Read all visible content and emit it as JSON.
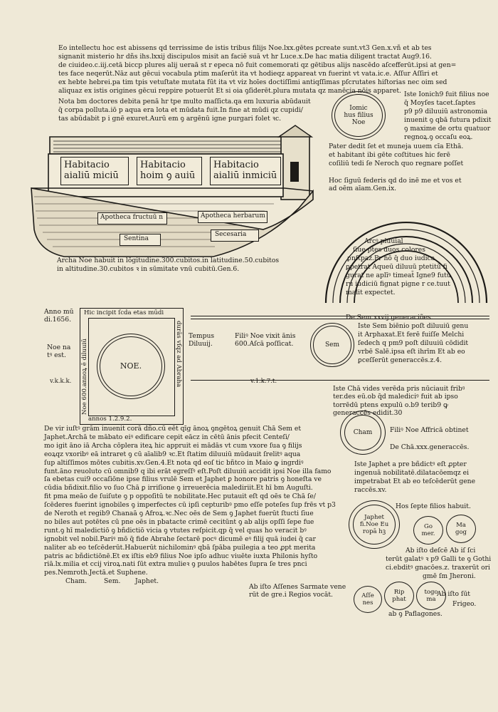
{
  "intro_lines": [
    "Eo intellectu hoc est abissens qd terrissime de istis tribus filijs Noe.lxx.gētes ꝑcreate sunt.vt3 Gen.x.vñ et ab tes",
    "signanit misterio hr dñs ihs.lxxij discipulos misit an faciē suā vt hr Luce.x.De hac matia diligent tractat Aug9.16.",
    "de ciuideo.c.iij.cetā biccp plures alij ueraā st r epeca nō fuit comemorati qz gētibus alijs nascēdo aſcefferūt.ipsi at gen=",
    "tes face neqerūt.Nāz aut gēcui vocabula ptim maſerūt ita vt hodieqz appareat vn fuerint vt vata.ic.e. Aſſur Aſſiri et",
    "ex hebte hebrei.pa tim tpis vetuſtate mutata fūt ita vt viz hoīes doctiſſimi antiqſſimas pſcrutates hiſtorias nec oim sed",
    "aliquaz ex istis origines gēcui reppire potuerūt Et si oia ꝯſiderēt.plura mutata qz manēcia nōis apparet."
  ],
  "flood_note_lines": [
    "Nota bm doctores debita penā hr tpe multo maſſicta.qa em luxuria abūdauit",
    "q̄ corpa polluta.iō p aqua era lota et mūdata fuit.In fine at mūdi qz cupidi/",
    "tas abūdabit p i gnē exuret.Aurū em ꝯ argēnū igne purgari folet ꝛc."
  ],
  "ark": {
    "rooms": [
      {
        "label": "Habitacio\naialiū miciū"
      },
      {
        "label": "Habitacio\nhoim ꝯ auiū"
      },
      {
        "label": "Habitacio\naialiū inmiciū"
      }
    ],
    "stores": [
      "Apotheca fructuū n",
      "Apotheca herbarum",
      "Sentina",
      "Secesaria"
    ],
    "caption_lines": [
      "Archa Noe habuit in lōgitudine.300.cubitos.in latitudine.50.cubitos",
      "in altitudine.30.cubitos ꝛ in sūmitate vnū cubitū.Gen.6."
    ]
  },
  "ionic": {
    "circle_label": "Iomic\nhus filius\nNoe",
    "lines": [
      "Iste Ionich9 fuit filius noe",
      "q̄ Moyſes tacet.ſaptes",
      "p9 p9 diluuiū astronomia",
      "inuenit ꝯ qbā futura pdixit",
      "ꝯ maxime de ortu quatuor",
      "regnoꝝ.ꝯ occaſu eoꝝ.",
      "Pater dedit ſet et muneja uuem cīa Ethā.",
      "et habitant ibi gēte coſtitues hic ferē",
      "coſiliū tedi ſe Neroch quo regnare poſſet"
    ],
    "rainbow_intro": "Hoc ſiguū federis qd do inē me et vos et\nad oēm aīam.Gen.ix."
  },
  "rainbow": {
    "lines": [
      "Arcꝰ pluuial",
      "ſiue ptes duos colores",
      "ꝑnſtpaz.Pr hō q̄ duo iudica",
      "ꝑpetrat Aqueū diluuū ptetitū fi",
      "gurat ne aplīꝰ timeat̄ Igne9 futu",
      "ru iudiciū fignat pigne r ce.tuut",
      "malit expectet."
    ]
  },
  "second_age": {
    "year_label": "Anno mū\ndi.1656.",
    "noe_label": "Noe na\ntꝰ est.",
    "box_top": "Hic incipit ſcda etas mūdi",
    "box_left": "Noe 600.annoꝝ ē diluuiū",
    "box_right": "durās vſqz ad Abraha",
    "box_bottom": "annos 1.2.9.2.",
    "circle_label": "NOE.",
    "sig_left": "v.k.k.k.",
    "sig_right": "v.1.k.7.t."
  },
  "tempus": {
    "label": "Tempus\nDiluuij.",
    "text": "Filiꝰ Noe vixit ānis\n600.Aſcā poſſicat.",
    "sem_header": "De Sem.xxvij.generaciões.",
    "sem_circle": "Sem",
    "sem_lines": [
      "Iste Sem biēnio poſt diluuiū genu",
      "it Arphaxat.Et ferē fuiſſe Melchi",
      "ſedech q pm9 poſt diluuiū cōdidit",
      "vrbē Salē.ipsa eſt ihrīm Et ab eo",
      "ꝑceſſerūt generaccēs.z.4."
    ]
  },
  "cham": {
    "intro": "Iste Chā vides verēda pris nūciauit fribꝰ\nter.des eū.ob q̄d malediciꝰ fuit ab ipso\ntorrēdū ptens expulū o.b9 terib9 ꝙ\ngeneraccēs edidit.30",
    "circle_label": "Cham",
    "filius_line": "Filiꝰ Noe Affricā obtinet",
    "gen_line": "De Chā.xxx.generaccēs.",
    "japhet_lines": [
      "Iste Japhet a pre bñdictꝰ eſt ꝓpter",
      "ingenuā nobilitatē.dilatacōemqz ei",
      "impetrabat Et ab eo teſcēderūt gene",
      "raccēs.xv."
    ]
  },
  "noah_passage": [
    "De vir iuſtꝰ grām inuenit corā dño.cū eēt qīg ānoꝝ ꝯngētoꝝ genuit Chā Sem et",
    "Japhet.Archā te mābato eiꝰ edificare cepit eācz in cētū ānis pfecit Centeſi/",
    "mo igit āno iā Archa cōplera iteꝝ hic appruit ei mādās vt cum vxore ſua ꝯ filijs",
    "eoꝝqz vxoribꝰ eā intraret ꝯ cū aīalib9 ꝛc.Et ſtatim diluuiū mūdauit ſrelitꝰ aqua",
    "ſup altiſſimos mōtes cubitis.xv.Gen.4.Et nota qd eoſ tic bñtco in Maio ꝙ ingrdiꝰ",
    "funt.āno reuoluto cū omnib9 q ibi erāt egreſſꝰ eſt.Poſt diluuiū accidit ipsi Noe illa famo",
    "ſa ebetas cui9 occaſiōne ipse filius vrulē Sem et Japhet ꝑ honore patris ꝯ honeſta ve",
    "cūdia bñdixit.filio vo ſuo Chā ꝑ irriſione ꝯ irreuerēcia malediriit.Et hī bm Auguſti.",
    "fit pma meāo de ſuiſute ꝯ p oppoſitū te nobilitate.Hec putauit eſt qd oēs te Chā ſe/",
    "ſcēderes fuerint ignobiles ꝯ imperfectes cū ipſi cepturibꝰ pmo eſſe poteſes ſup frēs vt p3",
    "de Neroth et regib9 Chanaā ꝯ Afroꝝ.ꝛc.Nec oēs de Sem ꝯ Japhet fuerūt ſtucti ſiue",
    "no biles aut potētes cū pne oēs in pbatacte crimē cecitūnt ꝯ ab alijs opſſi ſepe fue",
    "runt.ꝯ hī maledictiō ꝯ bñdictiō vicia ꝯ vtutes reſpicit.qp q̄ vel quas ho veracit bꝰ",
    "ignobit vel nobil.Pariꝰ mō q̄ fide Abrahe ſectarē pocꝰ dicumē eꝰ filij quā iudei q̄ car",
    "naliter ab eo teſcēderūt.Habuerūt nichilominꝰ qbā ſpāba puilegia a teo ꝓpt merita",
    "patris ac bñdictiōnē.Et ex iſtis eb9 filius Noe ipſo adhuc viuēte iuxta Philonis hyſto",
    "riā.lx.milia et ccij viroꝝ.nati ſūt extra mulieꝛ ꝯ puulos habētes ſupra ſe tres pnci",
    "pes.Nemroth.Jectā.et Suphene."
  ],
  "sons_names": [
    "Cham.",
    "Sem.",
    "Japhet."
  ],
  "japhet_circle": "Japhet\nfi.Noe Eu\nropā hꝫ",
  "seven_sons_line": "Hos ſepte filios habuit.",
  "gomer_circle": "Go\nmer.",
  "magog_circle": "Ma\ngog",
  "gomer_lines": [
    "Ab iſto deſcē  Ab iſ ſci",
    "terūt galatꝰ ꝛ p9 Galli te ꝯ Gothi",
    "ci.ebditꝰ gnacōes.z.  traxerūt ori",
    "gmē ſm Jheroni."
  ],
  "ashkenaz_text": "Ab iſto Aſſenes Sarmate vene\nrūt de gre.i Regios vocāt.",
  "small_circles": [
    "Aſſe\nnes",
    "Rip\nphat",
    "togo\nma"
  ],
  "frigeo_lines": [
    "Ab iſto ſūt",
    "Frigeo.",
    "ab ꝯ Paflagones."
  ]
}
